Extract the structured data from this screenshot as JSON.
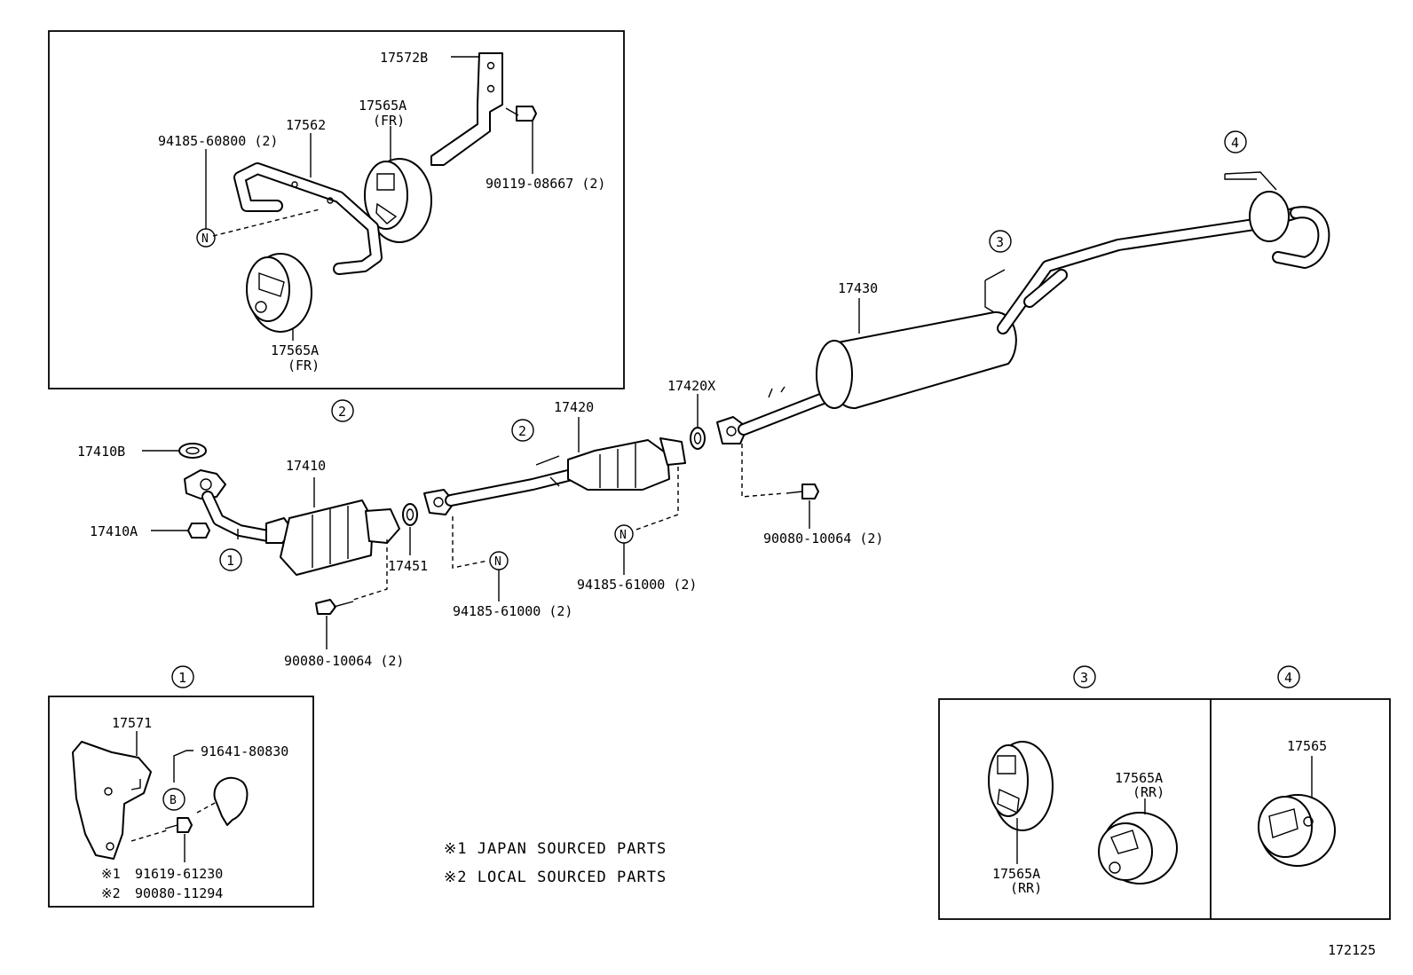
{
  "callouts": {
    "p17572B": "17572B",
    "p17565A_fr_top": "17565A",
    "fr_top": "(FR)",
    "p17562": "17562",
    "p94185_60800": "94185-60800 (2)",
    "p90119_08667": "90119-08667 (2)",
    "p17565A_fr_bot": "17565A",
    "fr_bot": "(FR)",
    "p17430": "17430",
    "p17420X": "17420X",
    "p17420": "17420",
    "p17410B": "17410B",
    "p17410": "17410",
    "p17410A": "17410A",
    "p17451": "17451",
    "p94185_61000_a": "94185-61000 (2)",
    "p94185_61000_b": "94185-61000 (2)",
    "p90080_10064_a": "90080-10064 (2)",
    "p90080_10064_b": "90080-10064 (2)",
    "p17571": "17571",
    "p91641_80830": "91641-80830",
    "p91619_61230": "91619-61230",
    "p90080_11294": "90080-11294",
    "p17565A_rr_1": "17565A",
    "rr_1": "(RR)",
    "p17565A_rr_2": "17565A",
    "rr_2": "(RR)",
    "p17565": "17565"
  },
  "refs": {
    "one": "1",
    "two": "2",
    "three": "3",
    "four": "4",
    "note1_mark": "※1",
    "note2_mark": "※2"
  },
  "symbols": {
    "nut": "N",
    "bolt": "B"
  },
  "notes": {
    "note1": "※1  JAPAN SOURCED PARTS",
    "note2": "※2  LOCAL SOURCED PARTS"
  },
  "figure_id": "172125"
}
